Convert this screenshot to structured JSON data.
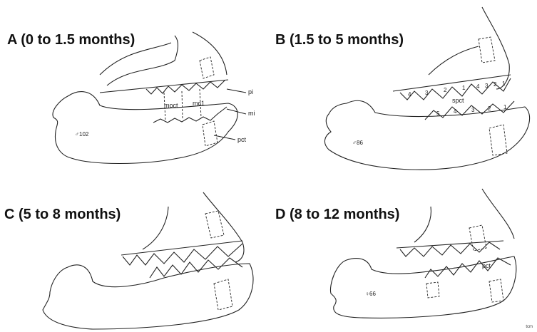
{
  "panels": [
    {
      "title": "A (0 to 1.5 months)",
      "specimen": "♂102",
      "labels": {
        "moct": "moct",
        "mc1": "mc1",
        "pi": "pi",
        "mi": "mi",
        "pct": "pct"
      }
    },
    {
      "title": "B (1.5 to 5 months)",
      "specimen": "♂86",
      "labels": {
        "spct": "spct"
      },
      "upper_tooth_numbers": [
        "4",
        "3",
        "2",
        "1",
        "4",
        "3",
        "2",
        "1"
      ],
      "lower_tooth_numbers": [
        "5",
        "4",
        "3",
        "2",
        "1"
      ]
    },
    {
      "title": "C (5 to 8 months)"
    },
    {
      "title": "D (8 to 12 months)",
      "specimen": "♀66",
      "labels": {
        "pct": "pct"
      }
    }
  ],
  "corner_mark": "tcm"
}
